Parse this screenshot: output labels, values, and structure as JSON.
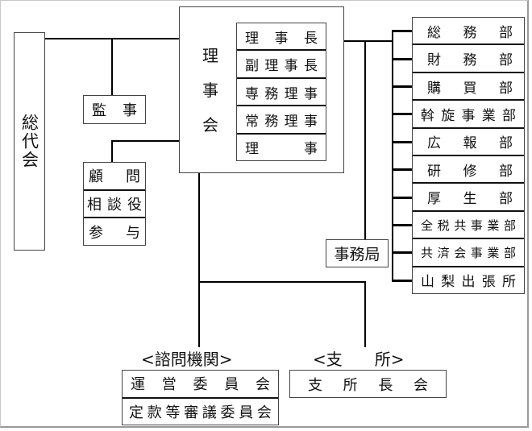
{
  "general_assembly": {
    "label": "総代会"
  },
  "auditor": {
    "label": [
      "監",
      "事"
    ]
  },
  "advisors": {
    "rows": [
      [
        "顧",
        "問"
      ],
      [
        "相",
        "談",
        "役"
      ],
      [
        "参",
        "与"
      ]
    ]
  },
  "board": {
    "title": [
      "理",
      "事",
      "会"
    ],
    "members": [
      [
        "理",
        "事",
        "長"
      ],
      [
        "副",
        "理",
        "事",
        "長"
      ],
      [
        "専",
        "務",
        "理",
        "事"
      ],
      [
        "常",
        "務",
        "理",
        "事"
      ],
      [
        "理",
        "事"
      ]
    ]
  },
  "secretariat": {
    "label": "事務局"
  },
  "departments": [
    [
      "総",
      "務",
      "部"
    ],
    [
      "財",
      "務",
      "部"
    ],
    [
      "購",
      "買",
      "部"
    ],
    [
      "斡",
      "旋",
      "事",
      "業",
      "部"
    ],
    [
      "広",
      "報",
      "部"
    ],
    [
      "研",
      "修",
      "部"
    ],
    [
      "厚",
      "生",
      "部"
    ],
    [
      "全",
      "税",
      "共",
      "事",
      "業",
      "部"
    ],
    [
      "共",
      "済",
      "会",
      "事",
      "業",
      "部"
    ],
    [
      "山",
      "梨",
      "出",
      "張",
      "所"
    ]
  ],
  "advisory_bodies": {
    "heading": "<諮問機関>",
    "items": [
      [
        "運",
        "営",
        "委",
        "員",
        "会"
      ],
      [
        "定",
        "款",
        "等",
        "審",
        "議",
        "委",
        "員",
        "会"
      ]
    ]
  },
  "branches": {
    "heading": "<支　　所>",
    "items": [
      [
        "支",
        "所",
        "長",
        "会"
      ]
    ]
  }
}
